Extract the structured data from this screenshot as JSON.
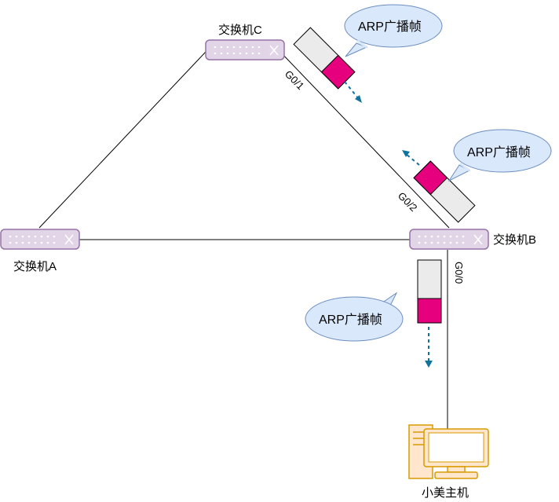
{
  "switches": [
    {
      "id": "A",
      "label": "交换机A"
    },
    {
      "id": "B",
      "label": "交换机B"
    },
    {
      "id": "C",
      "label": "交换机C"
    }
  ],
  "host": {
    "label": "小美主机"
  },
  "ports": {
    "c_g01": "G0/1",
    "b_g02": "G0/2",
    "b_g00": "G0/0"
  },
  "frame_label": "ARP广播帧",
  "colors": {
    "switch_fill": "#e1d5e7",
    "switch_stroke": "#9673a6",
    "frame_fill": "#e6007e",
    "frame_body": "#ebebeb",
    "bubble_fill": "#dae8fc",
    "bubble_stroke": "#6c8ebf",
    "arrow": "#10739e",
    "host_fill": "#ffe6cc",
    "host_stroke": "#d79b00"
  }
}
